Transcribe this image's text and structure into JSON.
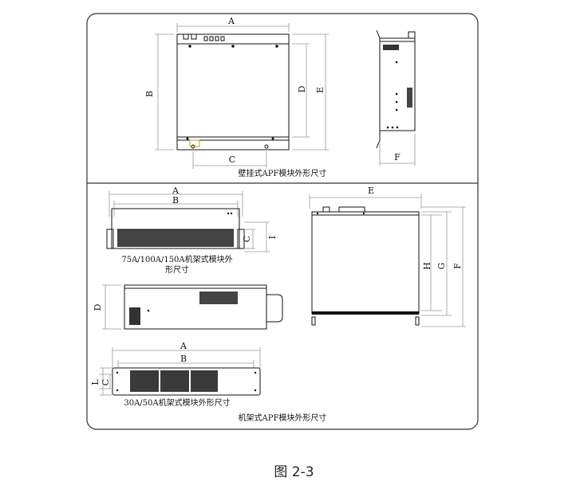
{
  "wall": {
    "dims": {
      "A": "A",
      "B": "B",
      "C": "C",
      "D": "D",
      "E": "E",
      "F": "F"
    },
    "caption": "壁挂式APF模块外形尺寸"
  },
  "rack": {
    "top": {
      "A": "A",
      "B": "B",
      "C": "C",
      "I": "I"
    },
    "top_caption_1": "75A/100A/150A机架式模块外",
    "top_caption_2": "形尺寸",
    "side_dim": {
      "D": "D"
    },
    "front": {
      "E": "E",
      "H": "H",
      "G": "G",
      "F": "F"
    },
    "small": {
      "A": "A",
      "B": "B",
      "C": "C",
      "L": "L"
    },
    "small_caption": "30A/50A机架式模块外形尺寸",
    "caption": "机架式APF模块外形尺寸"
  },
  "figure_caption": "图 2-3"
}
